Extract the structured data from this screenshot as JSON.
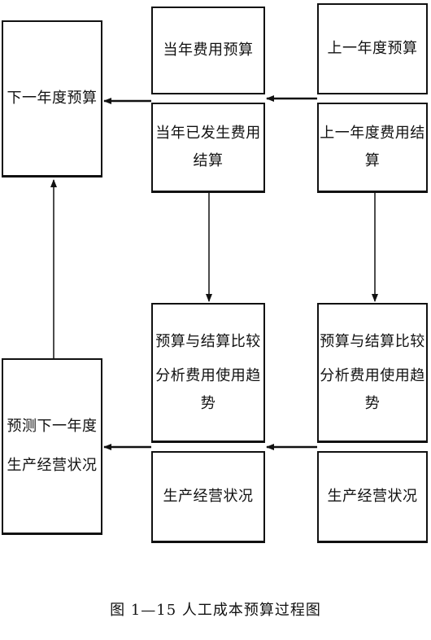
{
  "diagram": {
    "nodes": {
      "next_year_budget": "下一年度预算",
      "current_year_budget": "当年费用预算",
      "current_year_settlement": "当年已发生费用结算",
      "prev_year_budget": "上一年度预算",
      "prev_year_settlement": "上一年度费用结算",
      "current_compare_line1": "预算与结算比较",
      "current_compare_line2": "分析费用使用趋势",
      "prev_compare_line1": "预算与结算比较",
      "prev_compare_line2": "分析费用使用趋势",
      "forecast_line1": "预测下一年度",
      "forecast_line2": "生产经营状况",
      "current_operation": "生产经营状况",
      "prev_operation": "生产经营状况"
    },
    "caption": "图 1—15   人工成本预算过程图"
  }
}
